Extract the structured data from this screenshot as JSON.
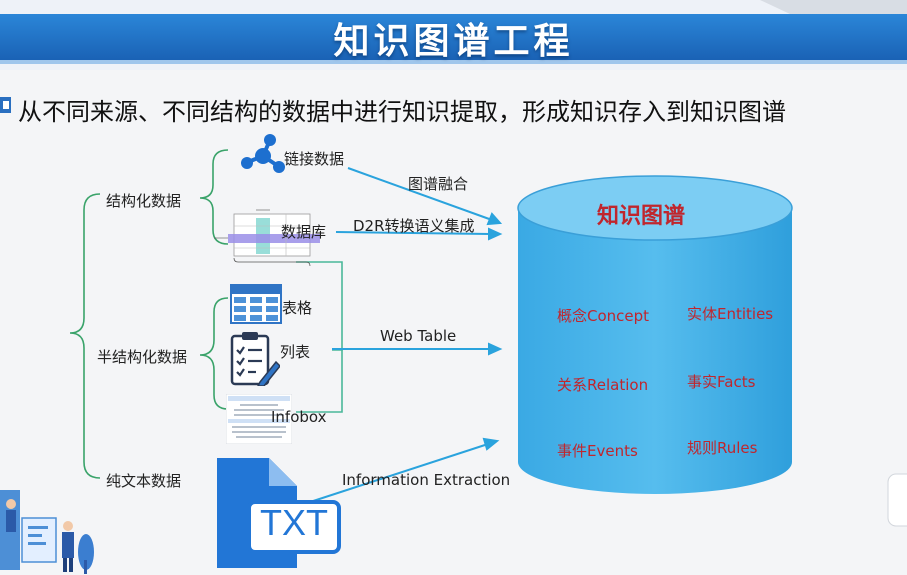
{
  "slide": {
    "title": "知识图谱工程",
    "headline": "从不同来源、不同结构的数据中进行知识提取，形成知识存入到知识图谱"
  },
  "categories": {
    "structured": "结构化数据",
    "semi_structured": "半结构化数据",
    "plain_text": "纯文本数据"
  },
  "sources": {
    "linked_data": "链接数据",
    "database": "数据库",
    "table": "表格",
    "list": "列表",
    "infobox": "Infobox",
    "txt_icon_label": "TXT"
  },
  "flows": {
    "graph_fusion": "图谱融合",
    "d2r": "D2R转换语义集成",
    "web_table": "Web Table",
    "info_extraction": "Information Extraction"
  },
  "knowledge_graph": {
    "title": "知识图谱",
    "items": [
      "概念Concept",
      "实体Entities",
      "关系Relation",
      "事实Facts",
      "事件Events",
      "规则Rules"
    ]
  },
  "colors": {
    "banner": "#1f74c9",
    "cylinder": "#4ab6ea",
    "cylinder_top": "#7ccdf3",
    "kg_text": "#c0262d",
    "arrow": "#2aa3dd",
    "bracket": "#3aa36a",
    "txt_icon": "#2276d6"
  }
}
